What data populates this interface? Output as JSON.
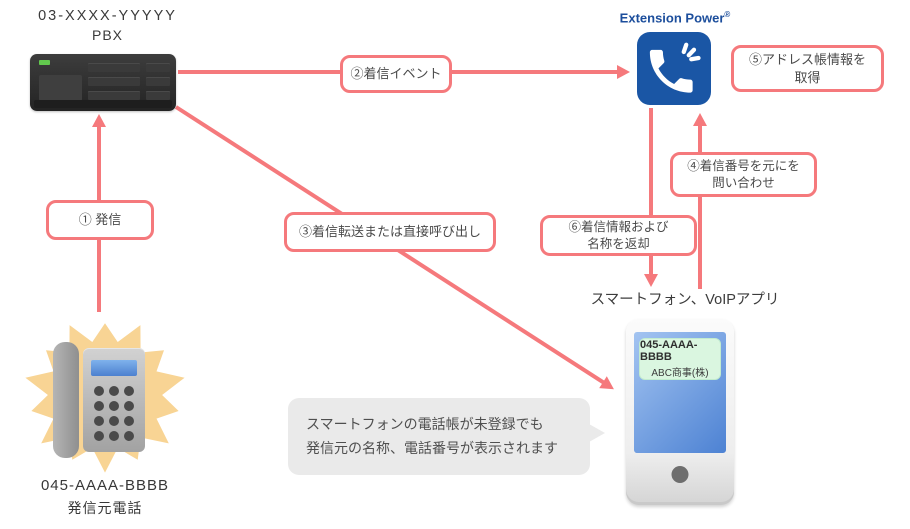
{
  "colors": {
    "accent_pink": "#f5797c",
    "brand_blue": "#1a56a5",
    "bubble_gray": "#eaeaea",
    "starburst_orange": "#f8d494",
    "popup_green": "#daf6e0",
    "screen_blue": "#4d82d3"
  },
  "pbx": {
    "number": "03-XXXX-YYYYY",
    "name": "PBX"
  },
  "extension_power": {
    "brand": "Extension Power",
    "mark": "®"
  },
  "steps": {
    "s1": "① 発信",
    "s2": "②着信イベント",
    "s3": "③着信転送または直接呼び出し",
    "s4_line1": "④着信番号を元にを",
    "s4_line2": "問い合わせ",
    "s5_line1": "⑤アドレス帳情報を",
    "s5_line2": "取得",
    "s6_line1": "⑥着信情報および",
    "s6_line2": "名称を返却"
  },
  "smartphone": {
    "caption": "スマートフォン、VoIPアプリ",
    "popup_number": "045-AAAA-BBBB",
    "popup_name": "ABC商事(株)"
  },
  "caller": {
    "number": "045-AAAA-BBBB",
    "caption": "発信元電話"
  },
  "note": {
    "line1": "スマートフォンの電話帳が未登録でも",
    "line2": "発信元の名称、電話番号が表示されます"
  }
}
